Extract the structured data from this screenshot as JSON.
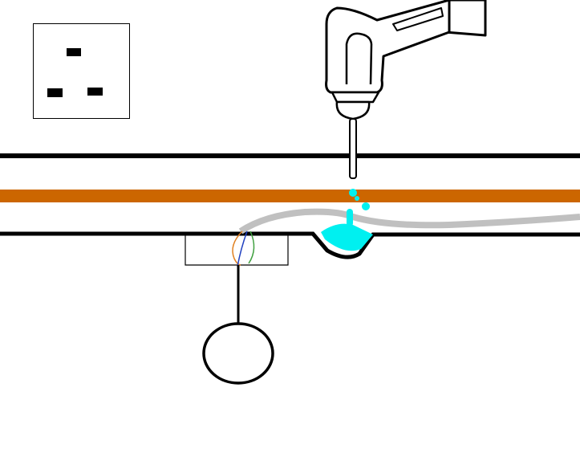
{
  "diagram": {
    "subject": "drilling-into-wall-hits-water-pipe",
    "colors": {
      "wall_line": "#000000",
      "pipe": "#cc6600",
      "cable": "#c0c0c0",
      "water": "#00f0f0",
      "wire_orange": "#e08020",
      "wire_blue": "#2040c0",
      "wire_green": "#40a040"
    },
    "elements": [
      "socket-outlet",
      "drill",
      "wall",
      "copper-pipe",
      "cable",
      "water-leak",
      "junction-box",
      "light-fitting"
    ]
  }
}
